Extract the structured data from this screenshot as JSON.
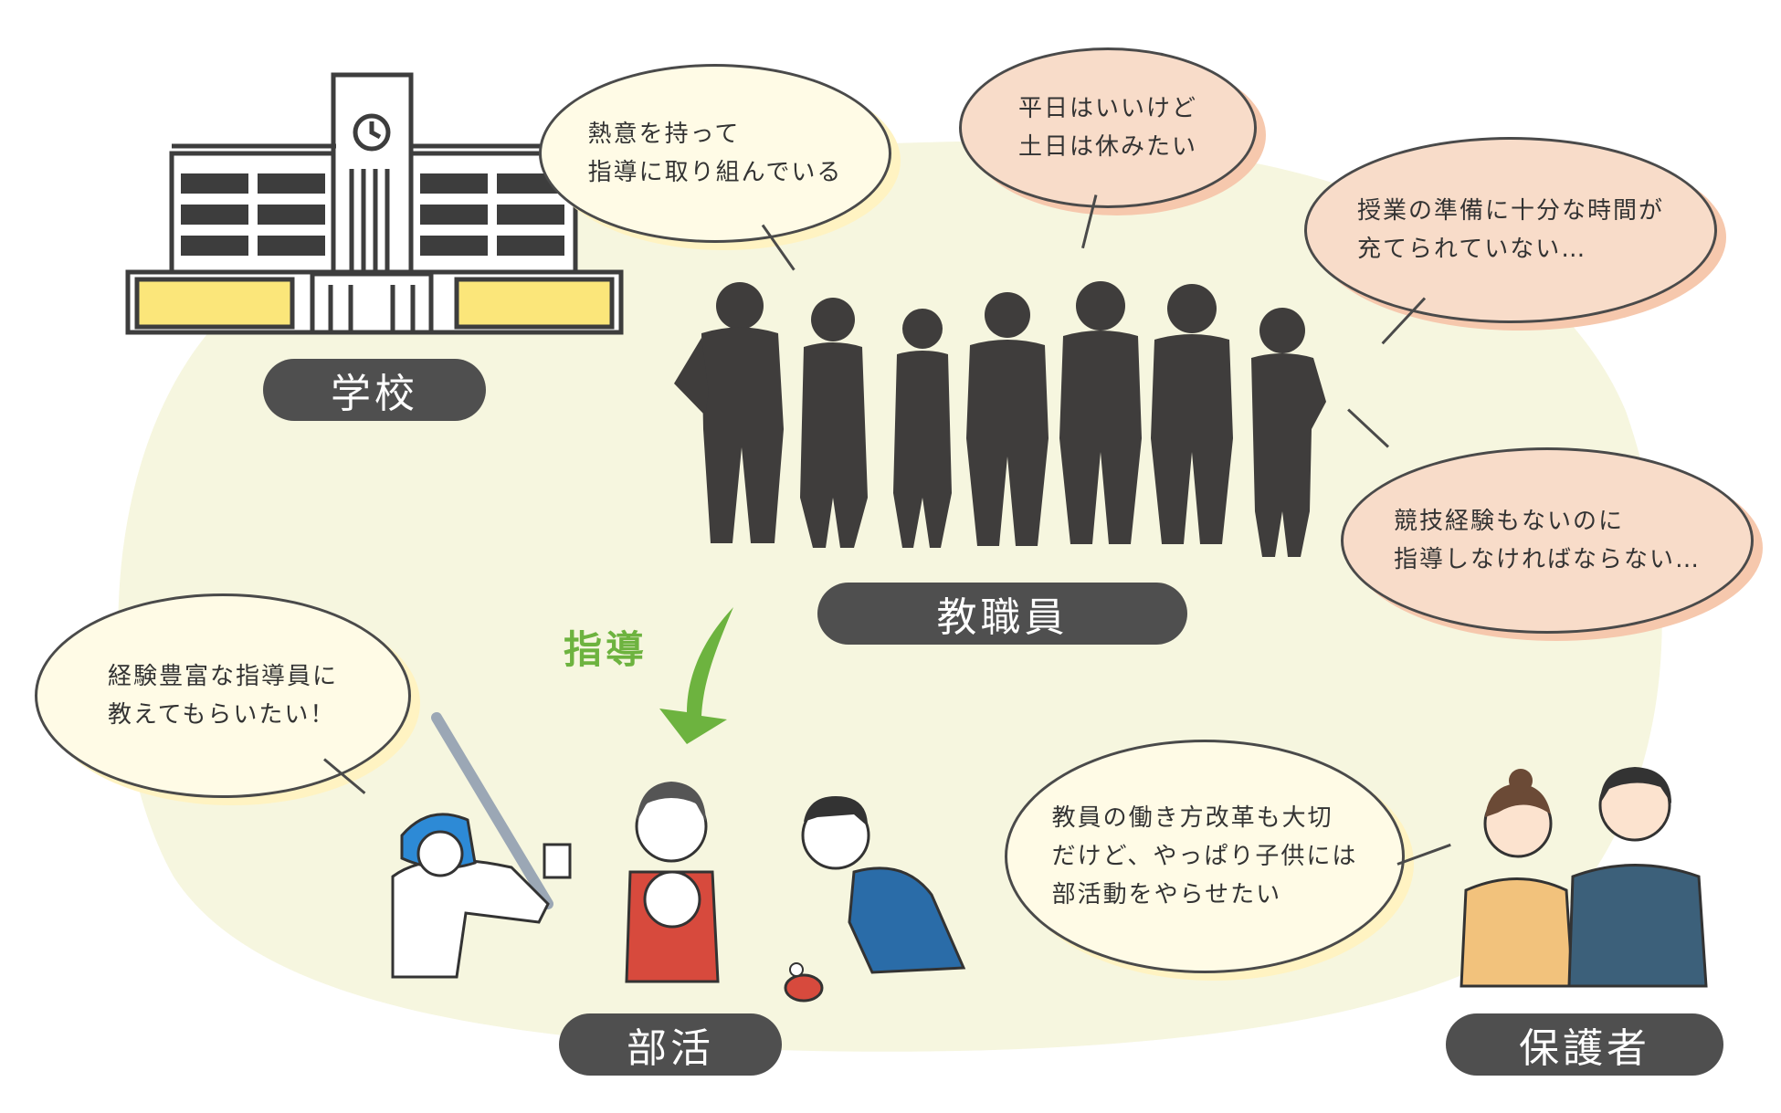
{
  "labels": {
    "school": "学校",
    "staff": "教職員",
    "club": "部活",
    "parents": "保護者",
    "guidance": "指導"
  },
  "bubbles": {
    "enthusiastic": [
      "熱意を持って",
      "指導に取り組んでいる"
    ],
    "weekends": [
      "平日はいいけど",
      "土日は休みたい"
    ],
    "prep_time": [
      "授業の準備に十分な時間が",
      "充てられていない…"
    ],
    "no_experience": [
      "競技経験もないのに",
      "指導しなければならない…"
    ],
    "experienced_coach": [
      "経験豊富な指導員に",
      "教えてもらいたい！"
    ],
    "reform": [
      "教員の働き方改革も大切",
      "だけど、やっぱり子供には",
      "部活動をやらせたい"
    ]
  },
  "colors": {
    "background_blob": "#f6f6df",
    "pill": "#4f4f4f",
    "positive_bubble": "#fffbe6",
    "negative_bubble": "#f8dcc9",
    "arrow": "#6db33f"
  }
}
